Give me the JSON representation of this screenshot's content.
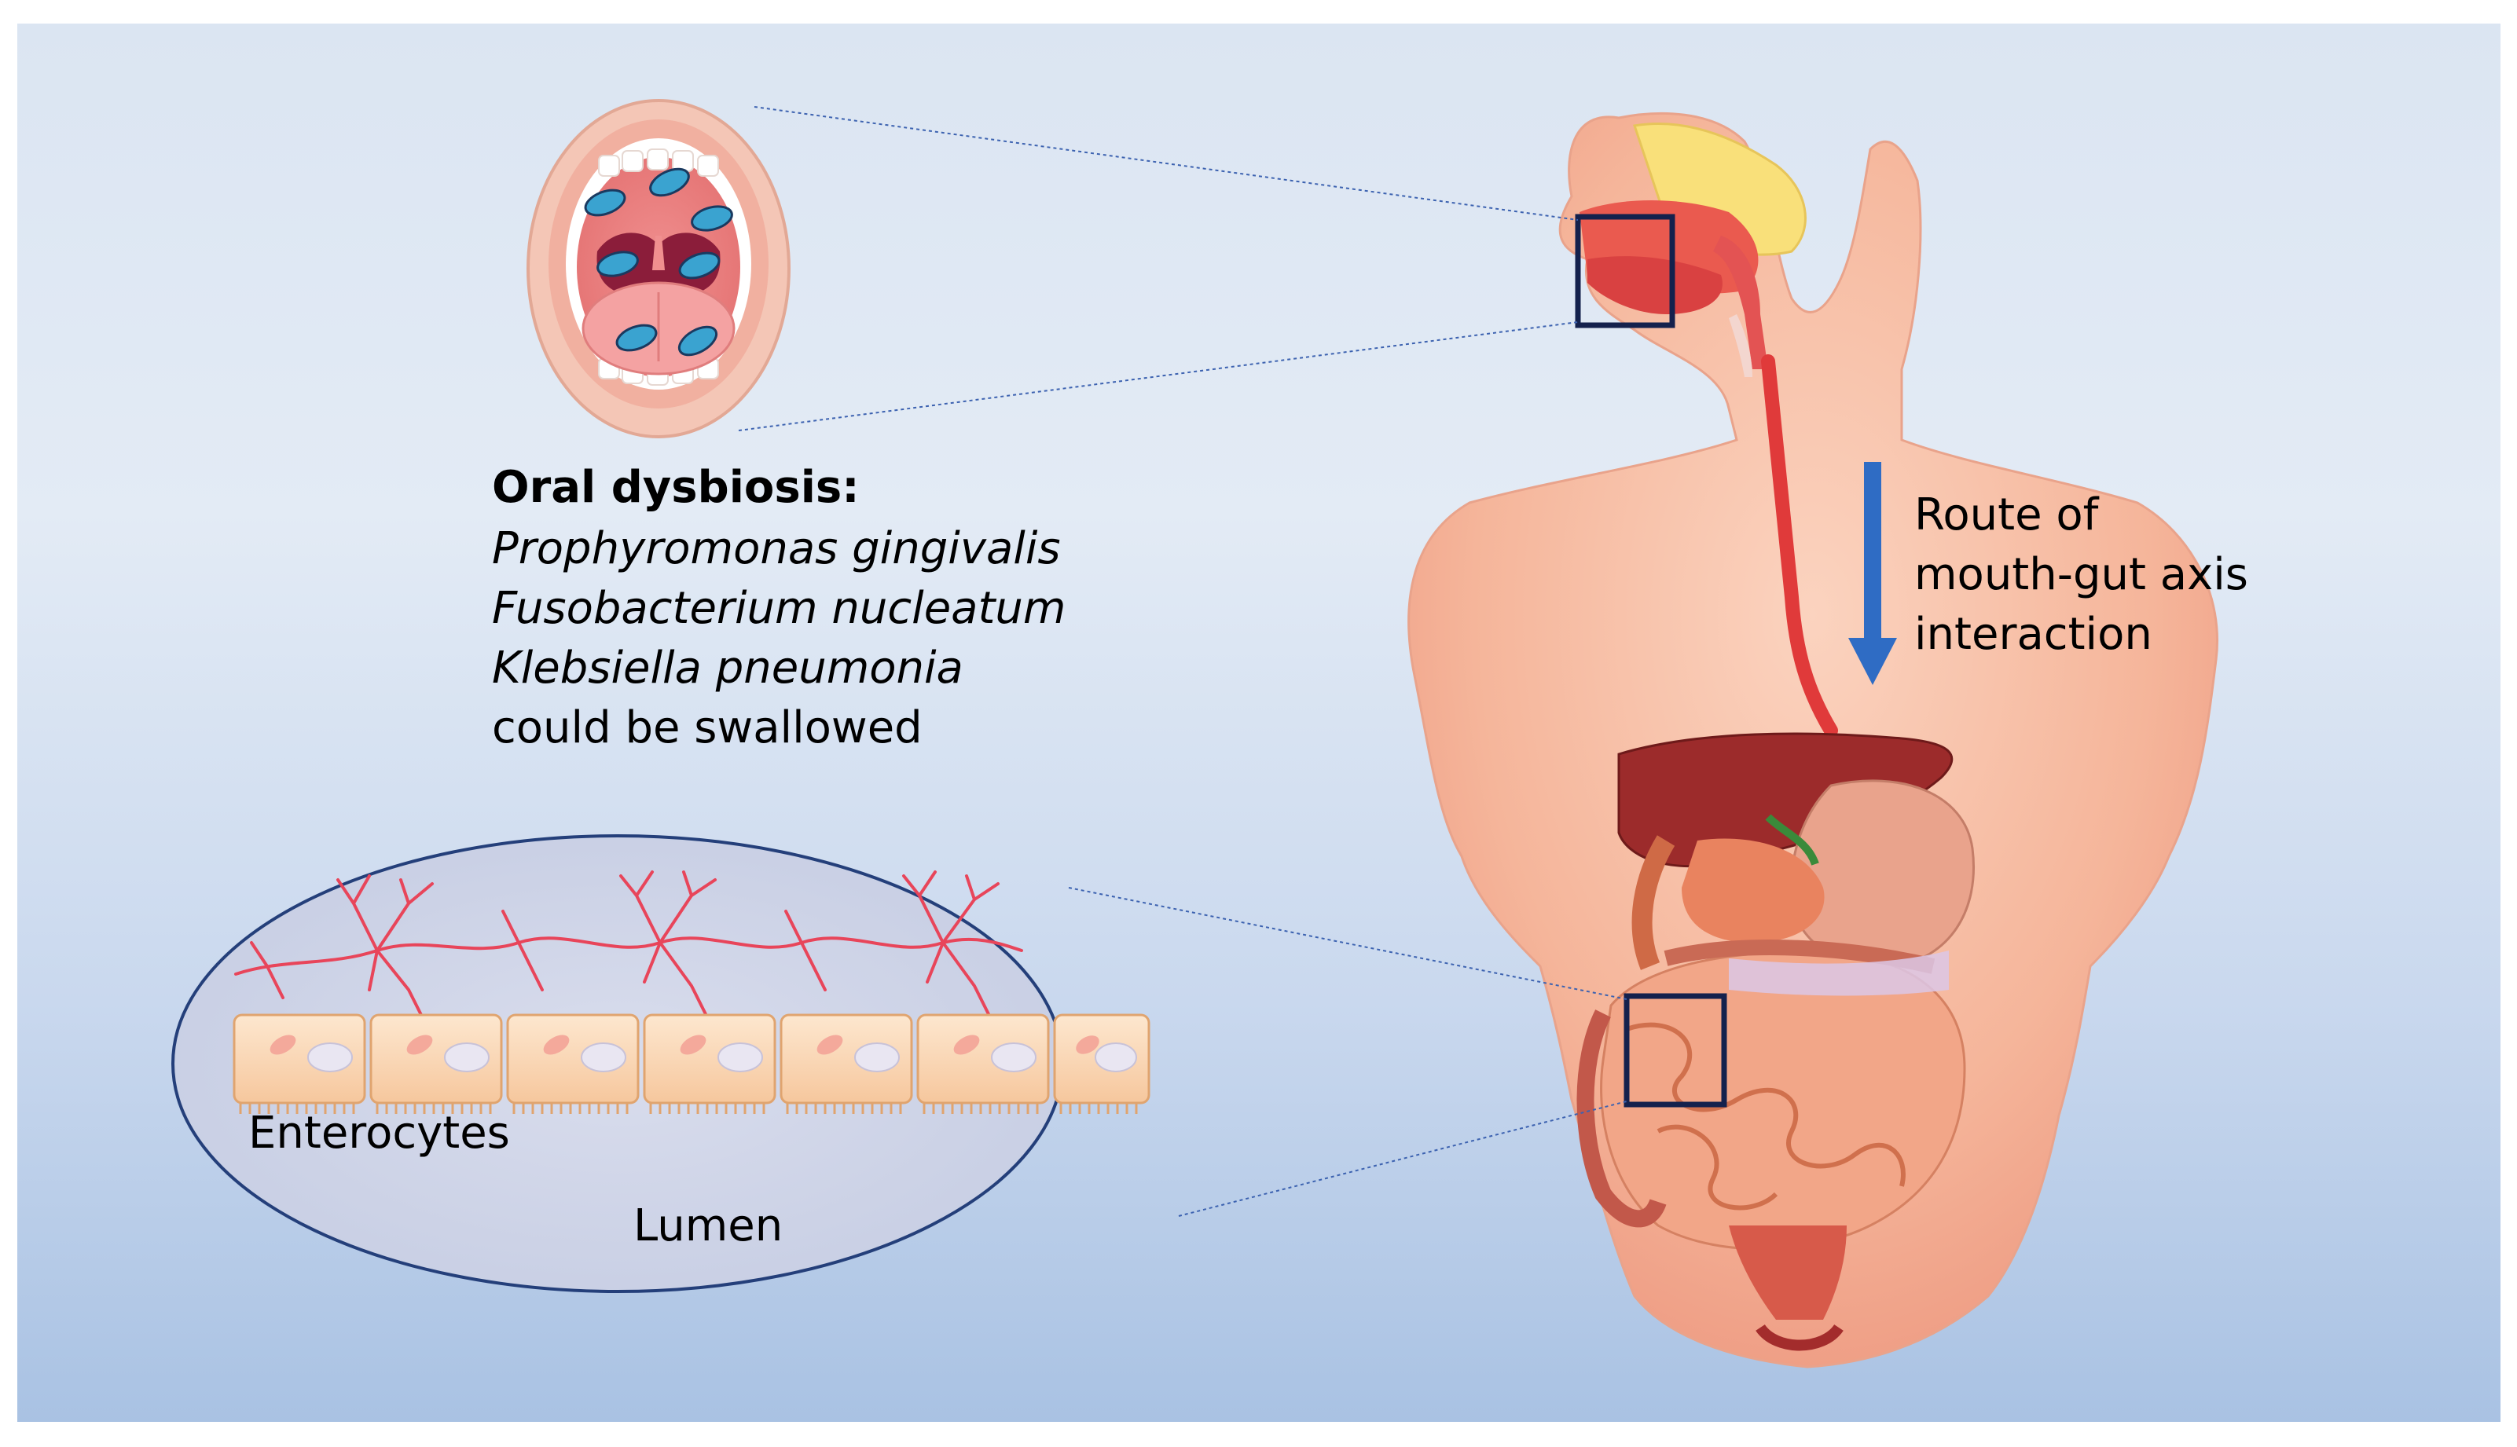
{
  "oral": {
    "heading": "Oral dysbiosis:",
    "species": [
      "Prophyromonas gingivalis",
      "Fusobacterium nucleatum",
      "Klebsiella pneumonia"
    ],
    "note": "could be swallowed"
  },
  "route": {
    "line1": "Route of",
    "line2": "mouth-gut axis",
    "line3": "interaction"
  },
  "intestine": {
    "enterocytes_label": "Enterocytes",
    "lumen_label": "Lumen"
  },
  "colors": {
    "box_outline": "#14214d",
    "arrow": "#2f6cc4",
    "ellipse_stroke": "#243f7a",
    "vessel": "#e8455a",
    "skin": "#f7bfa6",
    "tract": "#e63a3a"
  }
}
